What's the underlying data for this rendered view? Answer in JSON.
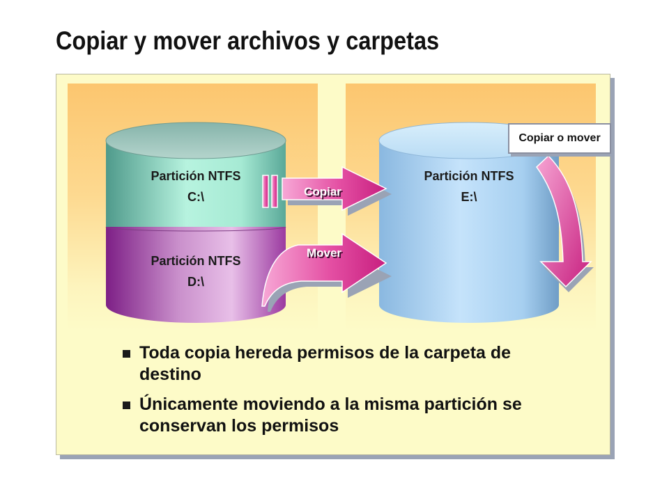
{
  "title": "Copiar y mover archivos y carpetas",
  "disks": {
    "c": {
      "label": "Partición NTFS",
      "drive": "C:\\"
    },
    "d": {
      "label": "Partición NTFS",
      "drive": "D:\\"
    },
    "e": {
      "label": "Partición NTFS",
      "drive": "E:\\"
    }
  },
  "arrows": {
    "copy_label": "Copiar",
    "move_label": "Mover"
  },
  "callout": "Copiar o mover",
  "bullets": [
    "Toda copia hereda permisos de la carpeta de destino",
    "Únicamente moviendo a la misma partición se conservan los permisos"
  ],
  "colors": {
    "panel_bg": "#fdfbc8",
    "column_top": "#fcc66f",
    "disk_c": "#a8ecd9",
    "disk_d": "#c787c9",
    "disk_e": "#a9d3f2",
    "arrow_pink": "#e0409a"
  }
}
